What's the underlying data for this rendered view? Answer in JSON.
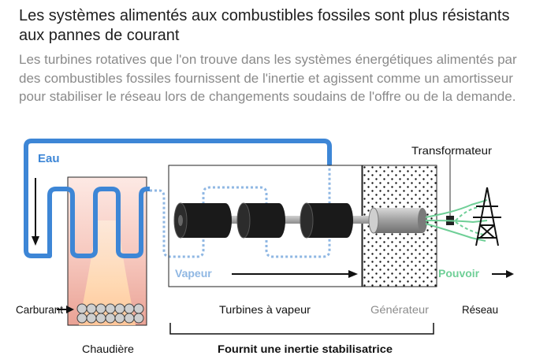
{
  "header": {
    "title": "Les systèmes alimentés aux combustibles fossiles sont plus résistants aux pannes de courant",
    "subtitle": "Les turbines rotatives que l'on trouve dans les systèmes énergétiques alimentés par des combustibles fossiles fournissent de l'inertie et agissent comme un amortisseur pour stabiliser le réseau lors de changements soudains de l'offre ou de la demande."
  },
  "diagram": {
    "water_label": "Eau",
    "transformer_label": "Transformateur",
    "steam_label": "Vapeur",
    "power_label": "Pouvoir",
    "fuel_label": "Carburant",
    "turbines_label": "Turbines à vapeur",
    "generator_label": "Générateur",
    "grid_label": "Réseau",
    "boiler_label": "Chaudière",
    "inertia_label": "Fournit une inertie stabilisatrice"
  },
  "colors": {
    "water": "#3d86d6",
    "steam": "#8fb7e3",
    "power": "#6fcf97",
    "turbine": "#1a1a1a",
    "generator_label": "#8c8c8c"
  }
}
